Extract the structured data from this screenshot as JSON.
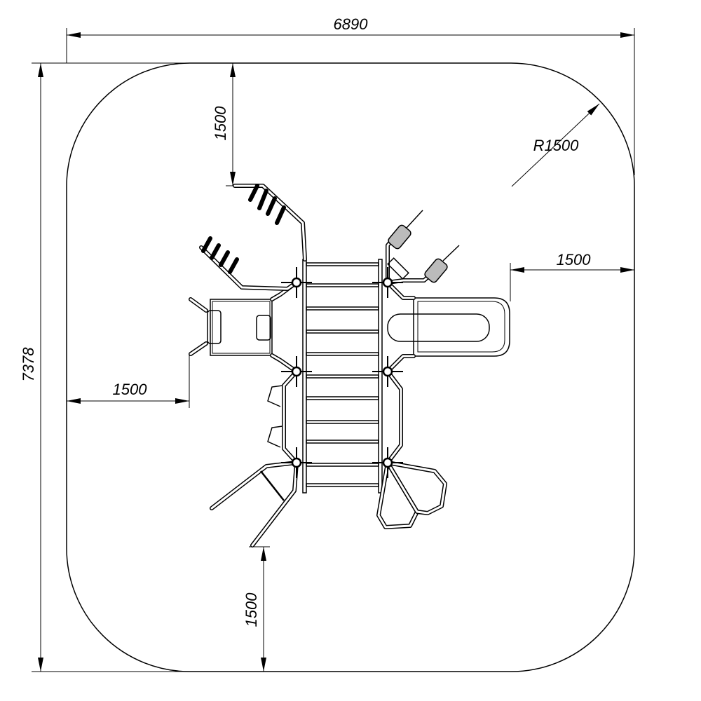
{
  "drawing": {
    "dimensions": {
      "overall_width": "6890",
      "overall_height": "7378",
      "corner_radius": "R1500",
      "clearance_top": "1500",
      "clearance_right": "1500",
      "clearance_left": "1500",
      "clearance_bottom": "1500"
    },
    "colors": {
      "line": "#000000",
      "background": "#ffffff"
    }
  }
}
